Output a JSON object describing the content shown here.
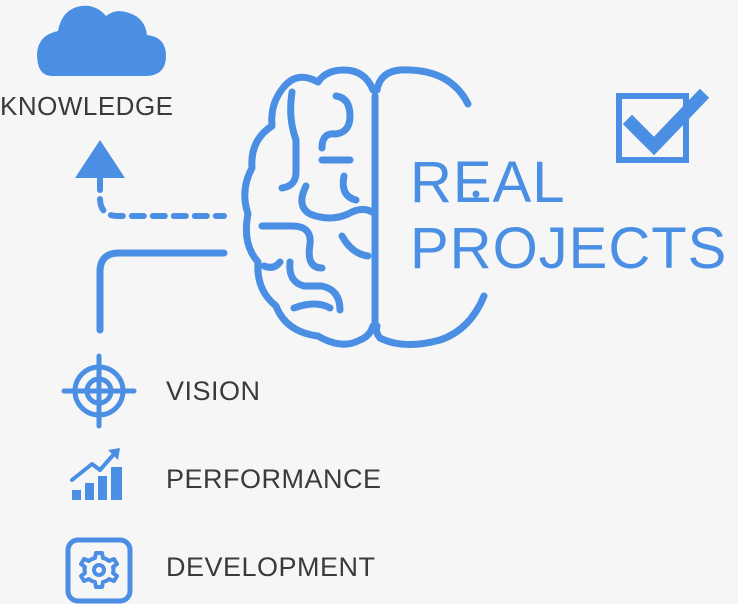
{
  "colors": {
    "accent": "#4a8fe3",
    "text": "#3a3a3a",
    "background": "#f6f6f6"
  },
  "labels": {
    "knowledge": "KNOWLEDGE",
    "title_line1": "REAL",
    "title_line2": "PROJECTS",
    "vision": "VISION",
    "performance": "PERFORMANCE",
    "development": "DEVELOPMENT"
  },
  "icons": {
    "top": "cloud-icon",
    "brain": "brain-icon",
    "check": "checkbox-icon",
    "arrow": "arrow-up-icon",
    "vision": "target-icon",
    "performance": "growth-chart-icon",
    "development": "gear-icon"
  }
}
